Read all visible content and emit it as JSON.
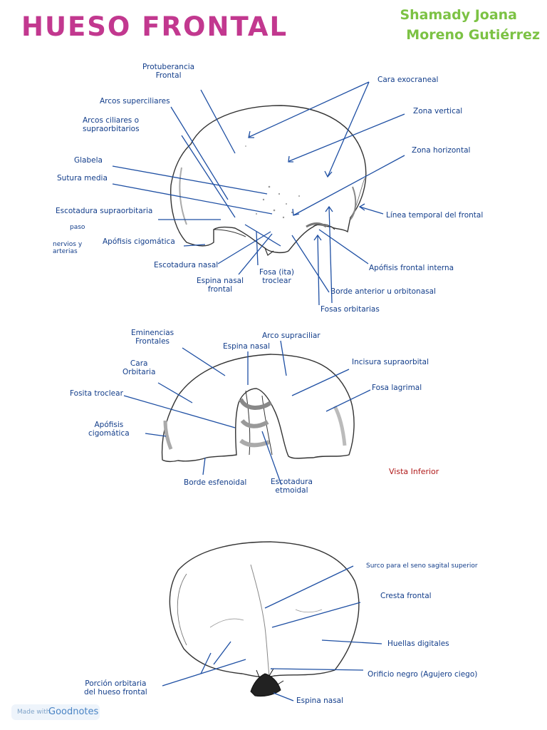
{
  "title": "HUESO FRONTAL",
  "author": {
    "line1": "Shamady Joana",
    "line2": "Moreno Gutiérrez"
  },
  "colors": {
    "title": "#c2388f",
    "author": "#7cc244",
    "labels": "#123d8a",
    "lines": "#1e4fa3",
    "inferior_note": "#b01a1a"
  },
  "view1": {
    "labels": {
      "protuberancia": "Protuberancia\nFrontal",
      "arcos_superciliares": "Arcos superciliares",
      "arcos_ciliares": "Arcos ciliares o\nsupraorbitarios",
      "glabela": "Glabela",
      "sutura_media": "Sutura media",
      "escotadura_supraorbitaria": "Escotadura supraorbitaria",
      "paso": "paso",
      "nervios": "nervios y\narterias",
      "apofisis_cigomatica": "Apófisis cigomática",
      "escotadura_nasal": "Escotadura nasal",
      "espina_nasal_frontal": "Espina nasal\nfrontal",
      "fosa_troclear": "Fosa (ita)\ntroclear",
      "borde_anterior": "Borde anterior u orbitonasal",
      "fosas_orbitarias": "Fosas orbitarias",
      "apofisis_frontal_interna": "Apófisis frontal interna",
      "linea_temporal": "Línea temporal del frontal",
      "zona_horizontal": "Zona horizontal",
      "zona_vertical": "Zona vertical",
      "cara_exocraneal": "Cara exocraneal"
    }
  },
  "view2": {
    "note": "Vista Inferior",
    "labels": {
      "eminencias_frontales": "Eminencias\nFrontales",
      "espina_nasal": "Espina nasal",
      "arco_supraciliar": "Arco supraciliar",
      "incisura_supraorbital": "Incisura supraorbital",
      "cara_orbitaria": "Cara\nOrbitaria",
      "fosa_lagrimal": "Fosa lagrimal",
      "fosita_troclear": "Fosita troclear",
      "apofisis_cigomatica": "Apófisis\ncigomática",
      "borde_esfenoidal": "Borde esfenoidal",
      "escotadura_etmoidal": "Escotadura\netmoidal"
    }
  },
  "view3": {
    "labels": {
      "surco_seno": "Surco para el seno sagital superior",
      "cresta_frontal": "Cresta frontal",
      "huellas_digitales": "Huellas digitales",
      "orificio_negro": "Orificio negro (Agujero ciego)",
      "porcion_orbitaria": "Porción orbitaria\ndel hueso frontal",
      "espina_nasal": "Espina nasal"
    }
  },
  "footer": {
    "made_with": "Made with",
    "brand": "Goodnotes"
  }
}
